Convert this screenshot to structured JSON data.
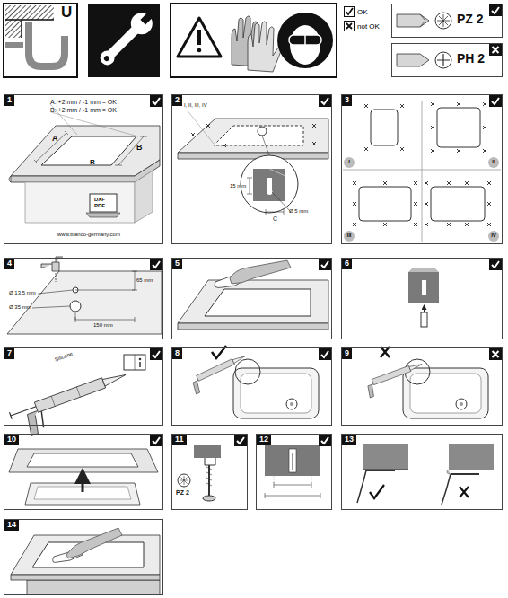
{
  "diagram": {
    "nodes": [
      {
        "text": [
          "PZ 2"
        ]
      },
      {
        "text": [
          "PH 2"
        ]
      },
      {
        "text": [
          "1"
        ]
      },
      {
        "text": [
          "2"
        ]
      },
      {
        "text": [
          "3"
        ]
      },
      {
        "text": [
          "4"
        ]
      },
      {
        "text": [
          "5"
        ]
      },
      {
        "text": [
          "6"
        ]
      },
      {
        "text": [
          "7"
        ]
      },
      {
        "text": [
          "8"
        ]
      },
      {
        "text": [
          "9"
        ]
      },
      {
        "text": [
          "10"
        ]
      },
      {
        "text": [
          "11"
        ]
      },
      {
        "text": [
          "12"
        ]
      },
      {
        "text": [
          "13"
        ]
      },
      {
        "text": [
          "14"
        ]
      }
    ],
    "labels": [
      "U",
      "A: +2 mm / -1 mm = OK",
      "B: +2 mm / -1 mm = OK",
      "A",
      "B",
      "R",
      "DXF",
      "PDF",
      "www.blanco-germany.com",
      "I, II, III, IV",
      "15 mm",
      "Ø 5 mm",
      "C",
      "I",
      "II",
      "III",
      "IV",
      "Ø 13,5 mm",
      "Ø 35 mm",
      "65 mm",
      "150 mm",
      "Silicone",
      "PZ 2"
    ],
    "legend": [
      {
        "text": "OK"
      },
      {
        "text": "not OK"
      }
    ]
  }
}
